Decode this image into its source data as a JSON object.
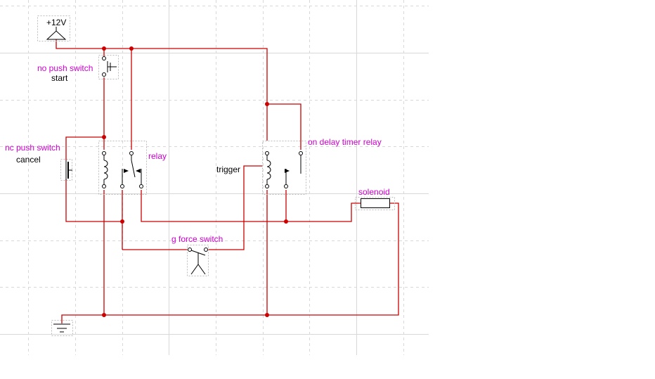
{
  "labels": {
    "supply": "+12V",
    "no_push_switch": "no push switch",
    "start": "start",
    "nc_push_switch": "nc push switch",
    "cancel": "cancel",
    "relay": "relay",
    "trigger": "trigger",
    "on_delay_timer_relay": "on delay timer relay",
    "solenoid": "solenoid",
    "g_force_switch": "g force switch"
  },
  "colors": {
    "wire": "#cc0000",
    "component": "#000000",
    "label_accent": "#cc00cc",
    "grid": "#d8d8d8",
    "background": "#ffffff"
  }
}
